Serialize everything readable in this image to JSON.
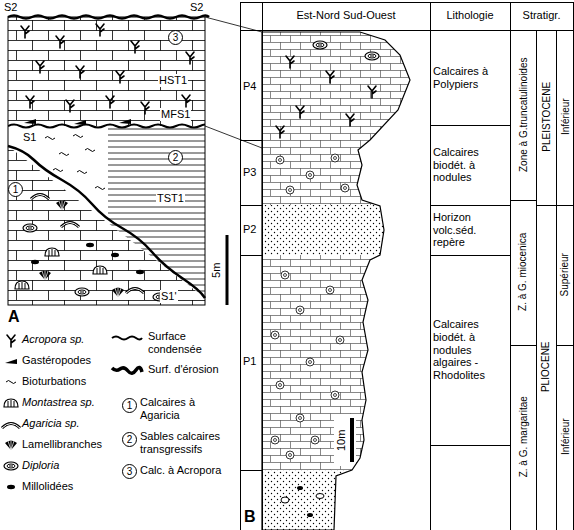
{
  "diagram": {
    "labels": [
      "S2",
      "S2",
      "3",
      "HST1",
      "MFS1",
      "2",
      "1",
      "S1",
      "TST1",
      "S1'",
      "5m",
      "A",
      "1",
      "2",
      "3",
      "P4",
      "P3",
      "P2",
      "P1",
      "10m",
      "B",
      "Est-Nord Sud-Ouest",
      "Lithologie",
      "Stratigr.",
      "Calcaires à Polypiers",
      "Calcaires biodét. à nodules",
      "Horizon volc.séd. repère",
      "Calcaires biodét. à nodules algaires - Rhodolites",
      "Zone à G.truncatulinoides",
      "Z. à G. miocenica",
      "Z. à G. margaritae",
      "PLEISTOCENE",
      "PLIOCENE",
      "Inférieur",
      "Supérieur",
      "Inférieur"
    ],
    "legend": [
      {
        "text": "Acropora sp."
      },
      {
        "text": "Gastéropodes"
      },
      {
        "text": "Bioturbations"
      },
      {
        "text": "Montastrea sp."
      },
      {
        "text": "Agaricia sp."
      },
      {
        "text": "Lamellibranches"
      },
      {
        "text": "Diploria"
      },
      {
        "text": "Millolidées"
      },
      {
        "text": "Surface condensée"
      },
      {
        "text": "Surf. d'érosion"
      },
      {
        "text": "Calcaires à Agaricia"
      },
      {
        "text": "Sables calcaires transgressifs"
      },
      {
        "text": "Calc. à Acropora"
      }
    ]
  }
}
